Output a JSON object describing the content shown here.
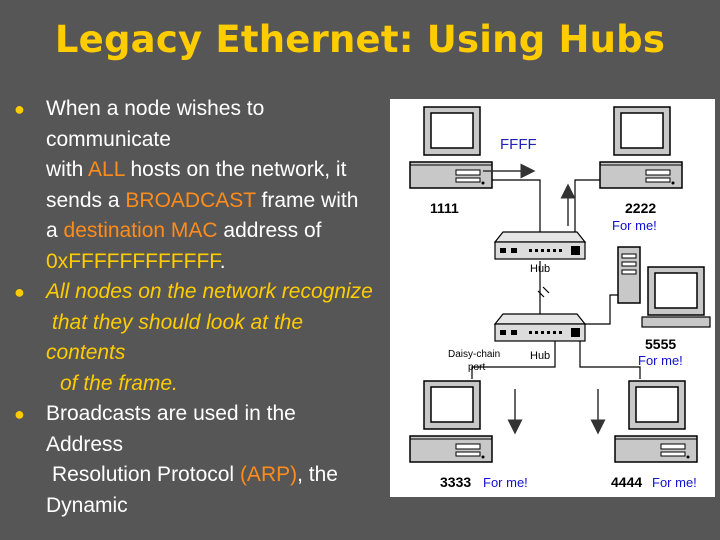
{
  "slide": {
    "title": "Legacy Ethernet: Using Hubs",
    "bullet1": {
      "l1": "When a node wishes to",
      "l2": "communicate",
      "l3a": "with ",
      "l3b": "ALL",
      "l3c": " hosts on the network, it",
      "l4a": "sends a ",
      "l4b": "BROADCAST",
      "l4c": " frame with",
      "l5a": "a ",
      "l5b": "destination MAC",
      "l5c": " address of",
      "l6a": "0x",
      "l6b": "FFFFFFFFFFFF",
      "l6c": "."
    },
    "bullet2": {
      "l1": "All nodes on the network recognize",
      "l2": "that they should look at the",
      "l3": "contents",
      "l4": "of the frame."
    },
    "bullet3": {
      "l1": "Broadcasts are used in the",
      "l2": "Address",
      "l3a": "Resolution Protocol ",
      "l3b": "(ARP)",
      "l3c": ", the",
      "l4": "Dynamic"
    }
  },
  "diagram": {
    "ffff": "FFFF",
    "n1111": "1111",
    "n2222": "2222",
    "forme1": "For me!",
    "hub1": "Hub",
    "hub2": "Hub",
    "daisy1": "Daisy-chain",
    "daisy2": "port",
    "n5555": "5555",
    "forme2": "For me!",
    "n3333": "3333",
    "forme3": "For me!",
    "n4444": "4444",
    "forme4": "For me!"
  },
  "colors": {
    "title": "#ffcc00",
    "highlight": "#ff8c1a",
    "background": "#565656"
  }
}
